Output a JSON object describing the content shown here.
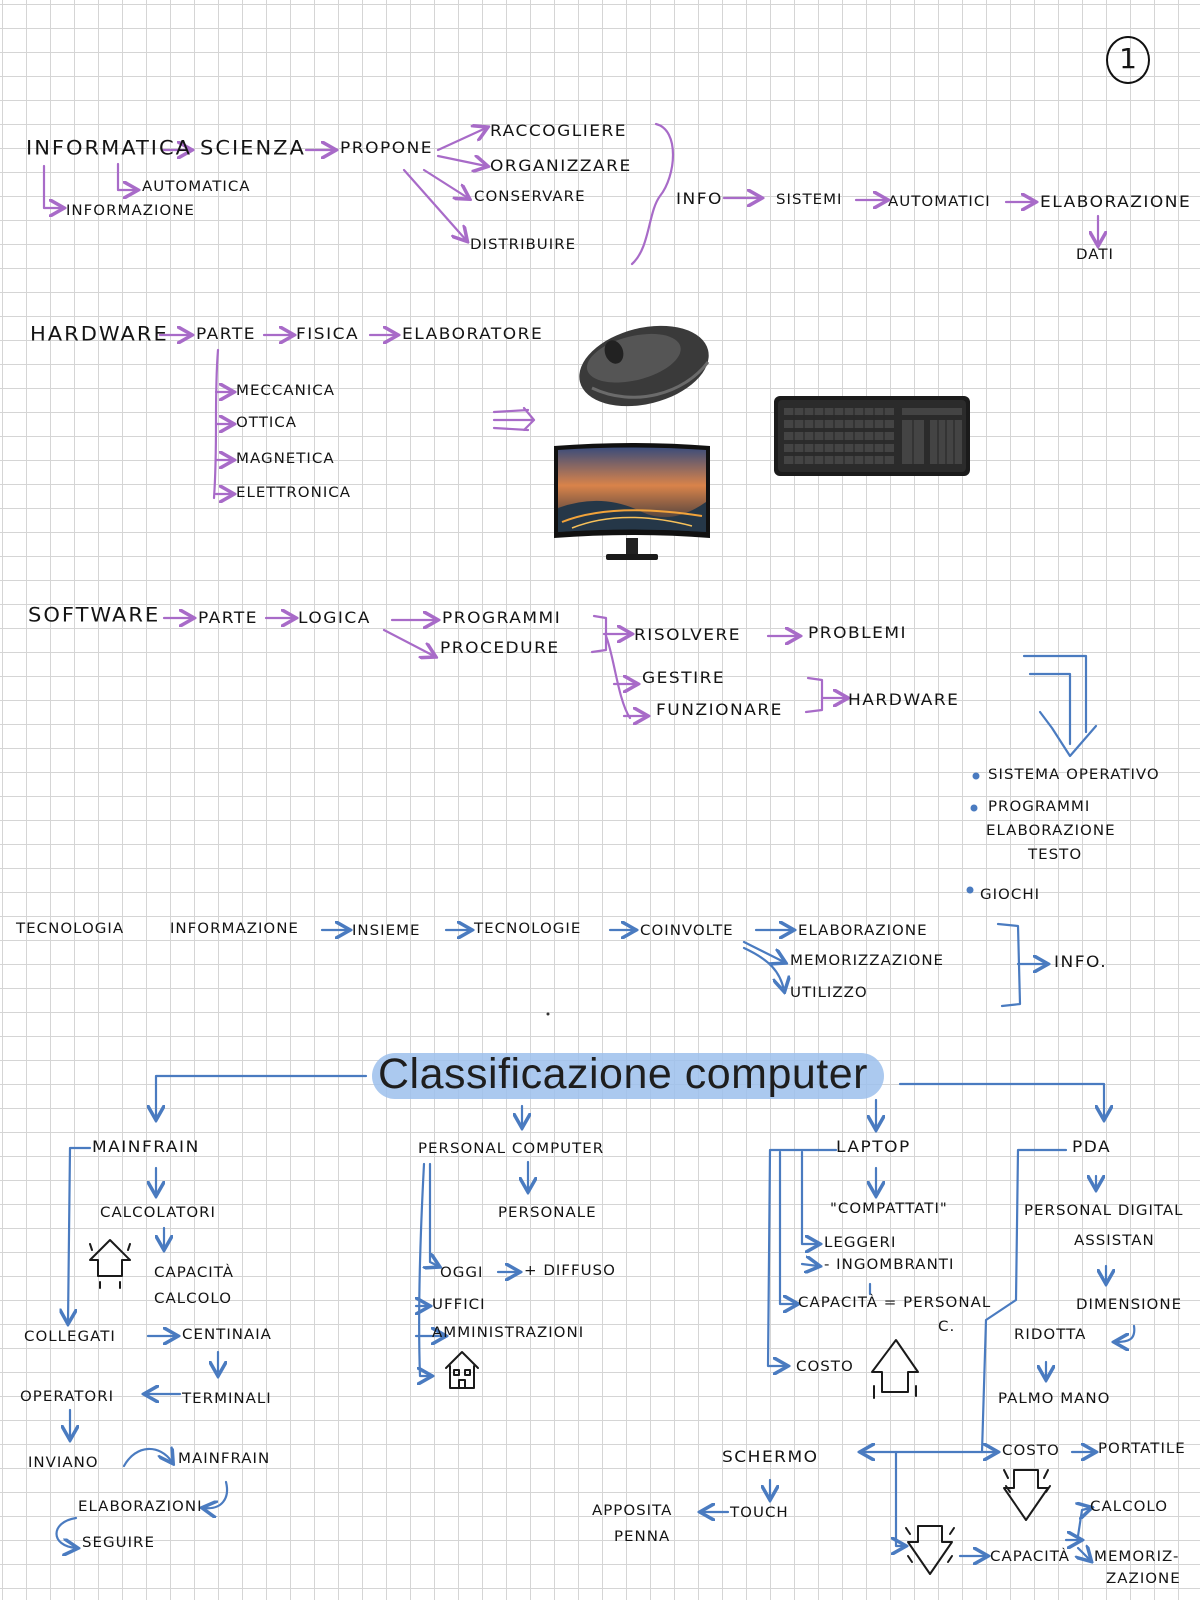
{
  "page_number": "1",
  "section_informatica": {
    "informatica": "INFORMATICA",
    "scienza": "SCIENZA",
    "propone": "PROPONE",
    "automatica": "AUTOMATICA",
    "informazione": "INFORMAZIONE",
    "verbs": [
      "RACCOGLIERE",
      "ORGANIZZARE",
      "CONSERVARE",
      "DISTRIBUIRE"
    ],
    "info": "INFO",
    "sistemi": "SISTEMI",
    "automatici": "AUTOMATICI",
    "elaborazione": "ELABORAZIONE",
    "dati": "DATI"
  },
  "section_hardware": {
    "hardware": "HARDWARE",
    "parte": "PARTE",
    "fisica": "FISICA",
    "elaboratore": "ELABORATORE",
    "types": [
      "MECCANICA",
      "OTTICA",
      "MAGNETICA",
      "ELETTRONICA"
    ],
    "images": [
      "mouse",
      "keyboard",
      "monitor"
    ]
  },
  "section_software": {
    "software": "SOFTWARE",
    "parte": "PARTE",
    "logica": "LOGICA",
    "programmi": "PROGRAMMI",
    "procedure": "PROCEDURE",
    "risolvere": "RISOLVERE",
    "problemi": "PROBLEMI",
    "gestire": "GESTIRE",
    "funzionare": "FUNZIONARE",
    "hardware": "HARDWARE",
    "examples": [
      "SISTEMA OPERATIVO",
      "PROGRAMMI",
      "ELABORAZIONE",
      "TESTO",
      "GIOCHI"
    ]
  },
  "section_tecnologia": {
    "tecnologia": "TECNOLOGIA",
    "informazione": "INFORMAZIONE",
    "insieme": "INSIEME",
    "tecnologie": "TECNOLOGIE",
    "coinvolte": "COINVOLTE",
    "items": [
      "ELABORAZIONE",
      "MEMORIZZAZIONE",
      "UTILIZZO"
    ],
    "info": "INFO."
  },
  "classificazione": {
    "title": "Classificazione computer",
    "mainframe": {
      "title": "MAINFRAIN",
      "calcolatori": "CALCOLATORI",
      "capacita": "CAPACITÀ",
      "calcolo": "CALCOLO",
      "collegati": "COLLEGATI",
      "centinaia": "CENTINAIA",
      "terminali": "TERMINALI",
      "operatori": "OPERATORI",
      "inviano": "INVIANO",
      "mainfrain": "MAINFRAIN",
      "elaborazioni": "ELABORAZIONI",
      "seguire": "SEGUIRE"
    },
    "pc": {
      "title": "PERSONAL COMPUTER",
      "personale": "PERSONALE",
      "oggi": "OGGI",
      "diffuso": "+ DIFFUSO",
      "uffici": "UFFICI",
      "amministrazioni": "AMMINISTRAZIONI"
    },
    "laptop": {
      "title": "LAPTOP",
      "compattati": "\"COMPATTATI\"",
      "leggeri": "LEGGERI",
      "ingombranti": "- INGOMBRANTI",
      "capacita": "CAPACITÀ = PERSONAL",
      "c": "C.",
      "costo": "COSTO",
      "schermo": "SCHERMO",
      "touch": "TOUCH",
      "apposita": "APPOSITA",
      "penna": "PENNA"
    },
    "pda": {
      "title": "PDA",
      "personal_digital": "PERSONAL DIGITAL",
      "assistan": "ASSISTAN",
      "dimensione": "DIMENSIONE",
      "ridotta": "RIDOTTA",
      "palmo_mano": "PALMO MANO",
      "costo": "COSTO",
      "portatile": "PORTATILE",
      "calcolo": "CALCOLO",
      "capacita": "CAPACITÀ",
      "memorizzazione": "MEMORIZ-",
      "zazione": "ZAZIONE"
    }
  },
  "colors": {
    "purple": "#a86bc8",
    "blue": "#4a7bc0",
    "highlight": "#9cc0ec",
    "grid": "#d5d5d5"
  }
}
